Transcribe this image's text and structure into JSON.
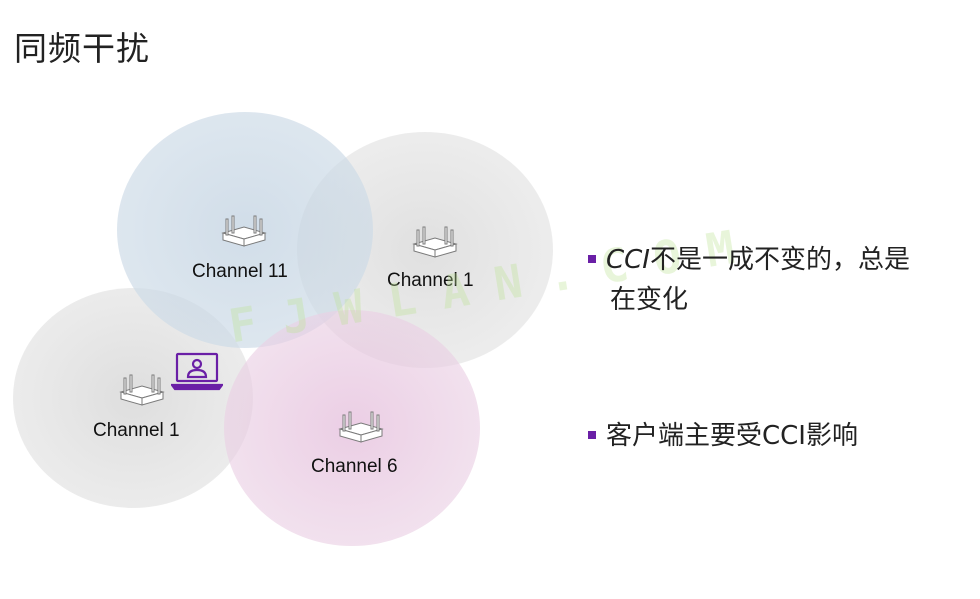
{
  "title": "同频干扰",
  "diagram": {
    "cells": [
      {
        "name": "cell-channel-11",
        "color": "#c9d6e3"
      },
      {
        "name": "cell-channel-1-top-right",
        "color": "#dddddd"
      },
      {
        "name": "cell-channel-1-left",
        "color": "#dedede"
      },
      {
        "name": "cell-channel-6",
        "color": "#e6c3df"
      }
    ],
    "access_points": [
      {
        "label": "Channel 11"
      },
      {
        "label": "Channel 1"
      },
      {
        "label": "Channel 1"
      },
      {
        "label": "Channel 6"
      }
    ],
    "client_icon": "laptop-user-icon",
    "accent_color": "#6a1fa6"
  },
  "watermark": "FJWLAN.COM",
  "bullets": [
    {
      "italic_prefix": "CCI",
      "text": "不是一成不变的，总是",
      "continuation": "在变化"
    },
    {
      "text": "客户端主要受CCI影响"
    }
  ]
}
